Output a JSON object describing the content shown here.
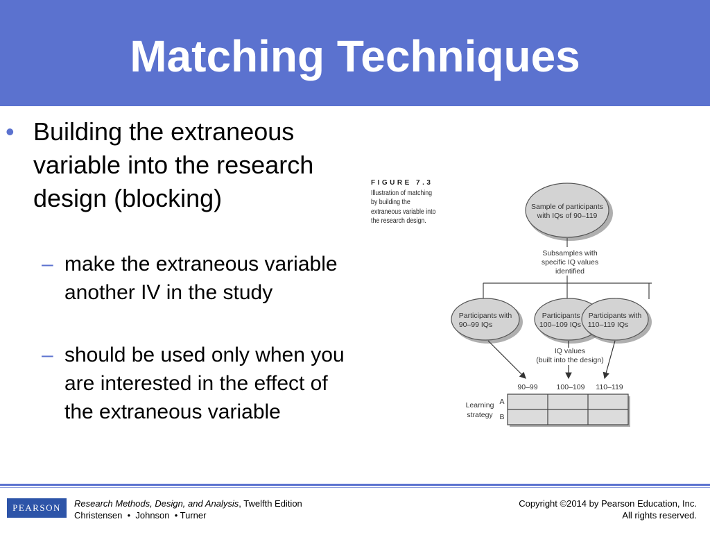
{
  "slide": {
    "title": "Matching Techniques",
    "bullet": {
      "marker": "•",
      "text": "Building the extraneous variable into the research design (blocking)"
    },
    "subbullets": [
      {
        "marker": "–",
        "text": "make the extraneous variable another IV in the study"
      },
      {
        "marker": "–",
        "text": "should be used only when you are interested in the effect of the extraneous variable"
      }
    ]
  },
  "figure": {
    "label": "FIGURE 7.3",
    "caption": "Illustration of matching by building the extraneous variable into the research design.",
    "top_oval": [
      "Sample of participants",
      "with IQs of 90–119"
    ],
    "subsamples_note": [
      "Subsamples with",
      "specific IQ values",
      "identified"
    ],
    "groups": [
      [
        "Participants with",
        "90–99 IQs"
      ],
      [
        "Participants with",
        "100–109 IQs"
      ],
      [
        "Participants with",
        "110–119 IQs"
      ]
    ],
    "iq_note": [
      "IQ values",
      "(built into the design)"
    ],
    "column_headers": [
      "90–99",
      "100–109",
      "110–119"
    ],
    "row_factor_label": [
      "Learning",
      "strategy"
    ],
    "row_levels": [
      "A",
      "B"
    ]
  },
  "footer": {
    "logo": "PEARSON",
    "book_title": "Research Methods, Design, and Analysis",
    "edition": ", Twelfth Edition",
    "authors": "Christensen  •  Johnson  • Turner",
    "copyright_line1": "Copyright ©2014 by Pearson Education, Inc.",
    "copyright_line2": "All rights reserved."
  },
  "colors": {
    "title_bar": "#5b72cf",
    "oval_fill": "#d3d3d3",
    "logo_bg": "#2d54a8"
  }
}
